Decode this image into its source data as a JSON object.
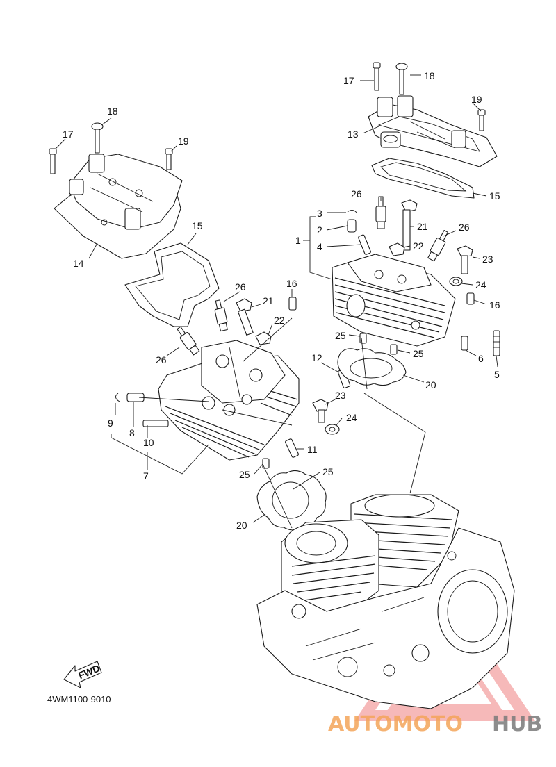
{
  "diagram": {
    "part_labels": {
      "p1": "1",
      "p2": "2",
      "p3": "3",
      "p4": "4",
      "p5": "5",
      "p6": "6",
      "p7": "7",
      "p8": "8",
      "p9": "9",
      "p10": "10",
      "p11": "11",
      "p12": "12",
      "p13": "13",
      "p14": "14",
      "p15a": "15",
      "p15b": "15",
      "p16a": "16",
      "p16b": "16",
      "p17a": "17",
      "p17b": "17",
      "p18a": "18",
      "p18b": "18",
      "p19a": "19",
      "p19b": "19",
      "p20a": "20",
      "p20b": "20",
      "p21a": "21",
      "p21b": "21",
      "p22a": "22",
      "p22b": "22",
      "p23a": "23",
      "p23b": "23",
      "p24a": "24",
      "p24b": "24",
      "p25a": "25",
      "p25b": "25",
      "p25c": "25",
      "p25d": "25",
      "p26a": "26",
      "p26b": "26",
      "p26c": "26",
      "p26d": "26"
    },
    "fwd_label": "FWD",
    "diagram_code": "4WM1100-9010"
  },
  "watermark": {
    "part1": "AUTOMOTO",
    "part2": "HUB",
    "color_triangle": "#f08080",
    "color_text_orange": "#f4a55a",
    "color_text_gray": "#7a7a7a"
  }
}
